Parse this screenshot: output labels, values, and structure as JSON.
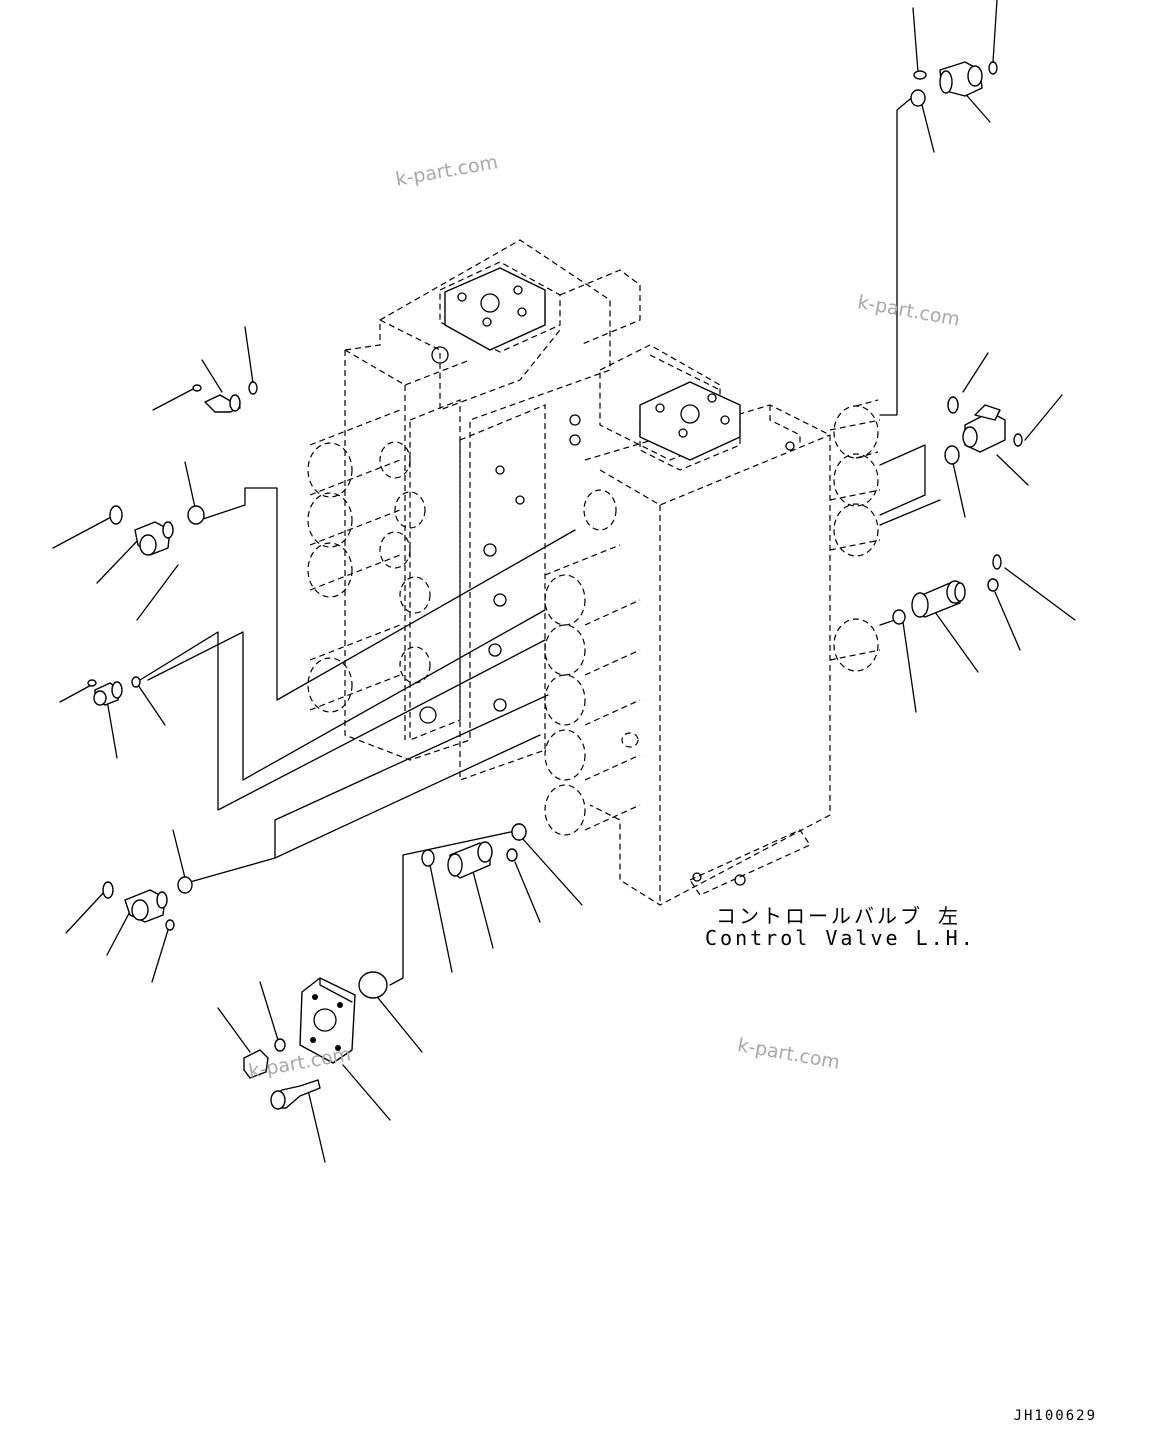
{
  "labels": {
    "title_jp": "コントロールバルブ 左",
    "title_en": "Control Valve L.H."
  },
  "watermarks": [
    "k-part.com",
    "k-part.com",
    "k-part.com",
    "k-part.com"
  ],
  "drawing_code": "JH100629"
}
